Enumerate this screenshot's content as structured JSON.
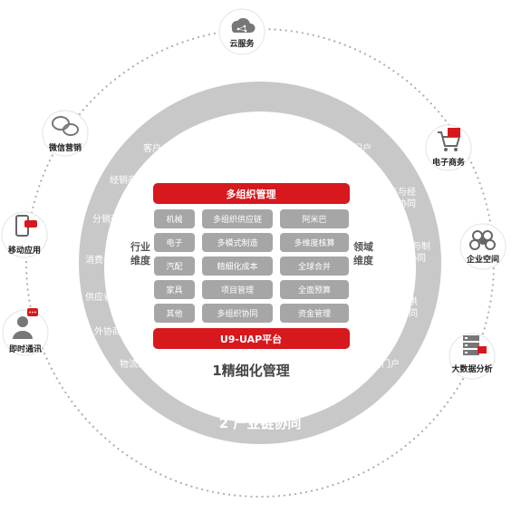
{
  "outer_ring_label": "2 产业链协同",
  "center_title": "1精细化管理",
  "top_bar": "多组织管理",
  "bottom_bar": "U9-UAP平台",
  "left_side": "行业维度",
  "right_side": "领域维度",
  "grid": [
    [
      "机械",
      "多组织供应链",
      "阿米巴"
    ],
    [
      "电子",
      "多模式制造",
      "多维度核算"
    ],
    [
      "汽配",
      "精细化成本",
      "全球合并"
    ],
    [
      "家具",
      "项目管理",
      "全面预算"
    ],
    [
      "其他",
      "多组织协同",
      "资金管理"
    ]
  ],
  "ring_left": [
    "客户",
    "经销商",
    "分销商",
    "消费者",
    "供应者",
    "外协商",
    "物流商"
  ],
  "ring_right": [
    "客户门户",
    "销售与经\n销商协同",
    "分销与制\n造协同",
    "采购与供\n应商协同",
    "供应商门户"
  ],
  "nodes": [
    {
      "label": "云服务",
      "icon": "cloud-network-icon"
    },
    {
      "label": "电子商务",
      "icon": "shopping-cart-icon"
    },
    {
      "label": "企业空间",
      "icon": "flower-network-icon"
    },
    {
      "label": "大数据分析",
      "icon": "server-stack-icon"
    },
    {
      "label": "即时通讯",
      "icon": "chat-user-icon"
    },
    {
      "label": "移动应用",
      "icon": "mobile-phone-icon"
    },
    {
      "label": "微信营销",
      "icon": "wechat-icon"
    }
  ],
  "colors": {
    "red": "#d7181d",
    "ring": "#c8c8c8",
    "cell": "#a6a6a6",
    "dots": "#b0b0b0"
  }
}
